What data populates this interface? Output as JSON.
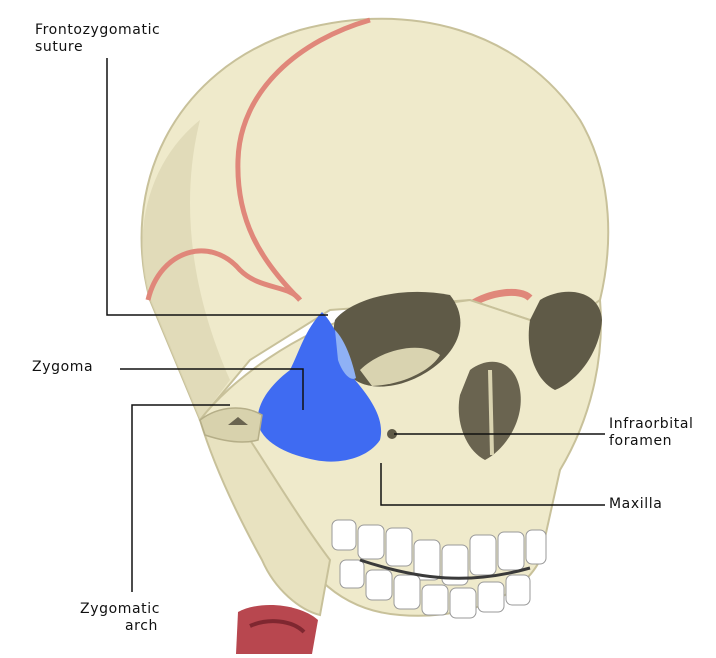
{
  "labels": {
    "frontozygomatic_suture": [
      "Frontozygomatic",
      "suture"
    ],
    "zygoma": "Zygoma",
    "infraorbital_foramen": [
      "Infraorbital",
      "foramen"
    ],
    "maxilla": "Maxilla",
    "zygomatic_arch": [
      "Zygomatic",
      "arch"
    ]
  },
  "colors": {
    "bone": "#efeacb",
    "bone_shadow": "#d8d2ad",
    "zygoma_highlight": "#3f6bf2",
    "suture": "#e0877a",
    "line": "#111111"
  }
}
